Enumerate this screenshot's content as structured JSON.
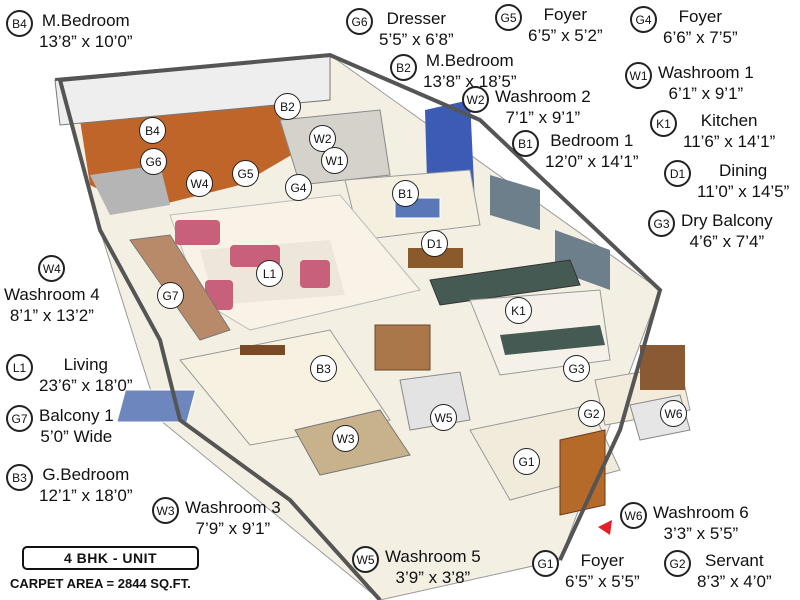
{
  "legend": [
    {
      "code": "B4",
      "name": "M.Bedroom",
      "dims": "13’8” x 10’0”"
    },
    {
      "code": "G6",
      "name": "Dresser",
      "dims": "5’5” x 6’8”"
    },
    {
      "code": "G5",
      "name": "Foyer",
      "dims": "6’5” x 5’2”"
    },
    {
      "code": "G4",
      "name": "Foyer",
      "dims": "6’6” x 7’5”"
    },
    {
      "code": "B2",
      "name": "M.Bedroom",
      "dims": "13’8” x 18’5”"
    },
    {
      "code": "W1",
      "name": "Washroom 1",
      "dims": "6’1” x 9’1”"
    },
    {
      "code": "W2",
      "name": "Washroom 2",
      "dims": "7’1” x 9’1”"
    },
    {
      "code": "K1",
      "name": "Kitchen",
      "dims": "11’6” x 14’1”"
    },
    {
      "code": "B1",
      "name": "Bedroom 1",
      "dims": "12’0” x 14’1”"
    },
    {
      "code": "D1",
      "name": "Dining",
      "dims": "11’0” x 14’5”"
    },
    {
      "code": "G3",
      "name": "Dry Balcony",
      "dims": "4’6” x 7’4”"
    },
    {
      "code": "W4",
      "name": "Washroom 4",
      "dims": "8’1” x 13’2”"
    },
    {
      "code": "L1",
      "name": "Living",
      "dims": "23’6” x 18’0”"
    },
    {
      "code": "G7",
      "name": "Balcony 1",
      "dims": "5’0” Wide"
    },
    {
      "code": "B3",
      "name": "G.Bedroom",
      "dims": "12’1” x 18’0”"
    },
    {
      "code": "W3",
      "name": "Washroom 3",
      "dims": "7’9” x 9’1”"
    },
    {
      "code": "W6",
      "name": "Washroom 6",
      "dims": "3’3” x 5’5”"
    },
    {
      "code": "W5",
      "name": "Washroom 5",
      "dims": "3’9” x 3’8”"
    },
    {
      "code": "G1",
      "name": "Foyer",
      "dims": "6’5” x 5’5”"
    },
    {
      "code": "G2",
      "name": "Servant",
      "dims": "8’3” x 4’0”"
    }
  ],
  "markers": [
    "B4",
    "B2",
    "W2",
    "G6",
    "W1",
    "W4",
    "G5",
    "G4",
    "B1",
    "D1",
    "L1",
    "G7",
    "K1",
    "B3",
    "G3",
    "W5",
    "G2",
    "W6",
    "W3",
    "G1"
  ],
  "unit_label": "4 BHK - UNIT",
  "carpet_area": "CARPET AREA = 2844 SQ.FT.",
  "colors": {
    "wall": "#f2f2f2",
    "wall_top": "#555555",
    "floor_wood": "#c0652a",
    "floor_light": "#f7f0de",
    "accent_blue": "#3b5bb5",
    "tile": "#b9a27e",
    "entry_arrow": "#e0202a"
  }
}
